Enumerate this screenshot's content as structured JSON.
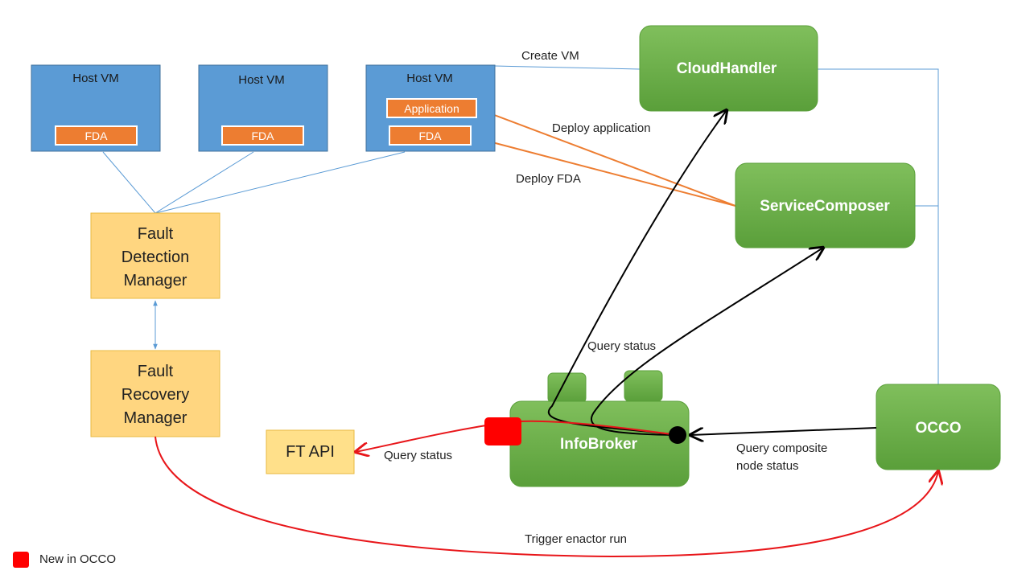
{
  "colors": {
    "vm_fill": "#5b9bd5",
    "vm_border": "#41719c",
    "tag_fill": "#ed7d31",
    "green_top": "#7ebd5a",
    "green_bottom": "#5ea43e",
    "manager_fill": "#ffd680",
    "manager_border": "#e9b940",
    "ftapi_fill": "#ffe08a",
    "red": "#e8161a",
    "black": "#000000",
    "line_blue": "#5b9bd5",
    "line_orange": "#ed7d31"
  },
  "host_vms": [
    {
      "title": "Host VM",
      "tags": [
        "FDA"
      ]
    },
    {
      "title": "Host VM",
      "tags": [
        "FDA"
      ]
    },
    {
      "title": "Host VM",
      "tags": [
        "Application",
        "FDA"
      ]
    }
  ],
  "components": {
    "cloud_handler": "CloudHandler",
    "service_composer": "ServiceComposer",
    "info_broker": "InfoBroker",
    "occo": "OCCO",
    "fault_detection_manager": [
      "Fault",
      "Detection",
      "Manager"
    ],
    "fault_recovery_manager": [
      "Fault",
      "Recovery",
      "Manager"
    ],
    "ft_api": "FT API"
  },
  "edge_labels": {
    "create_vm": "Create VM",
    "deploy_application": "Deploy application",
    "deploy_fda": "Deploy FDA",
    "query_status_upper": "Query status",
    "query_status_lower": "Query status",
    "query_composite": [
      "Query composite",
      "node status"
    ],
    "trigger_enactor": "Trigger enactor run"
  },
  "legend": {
    "new_in_occo": "New in OCCO"
  }
}
